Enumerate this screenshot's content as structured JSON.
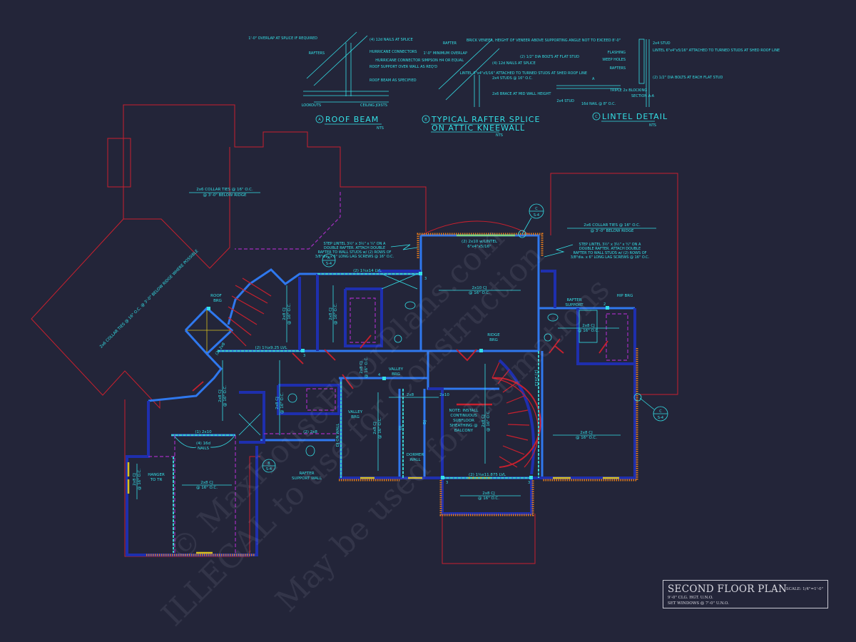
{
  "title_block": {
    "title": "SECOND FLOOR PLAN",
    "scale": "SCALE: 1/4\"=1'-0\"",
    "note1": "9'-0\" CLG. HGT. U.N.O.",
    "note2": "SET WINDOWS @ 7'-0\" U.N.O."
  },
  "details": {
    "a": {
      "marker": "A",
      "title": "ROOF BEAM",
      "nts": "NTS",
      "labels": [
        "1'-0\" OVERLAP AT SPLICE IF REQUIRED",
        "RAFTERS",
        "(4) 12d NAILS AT SPLICE",
        "HURRICANE CONNECTORS",
        "ROOF SUPPORT OVER WALL AS REQ'D",
        "ROOF BEAM AS SPECIFIED",
        "LOOKOUTS",
        "CEILING JOISTS"
      ]
    },
    "b": {
      "marker": "B",
      "title_line1": "TYPICAL RAFTER SPLICE",
      "title_line2": "ON ATTIC KNEEWALL",
      "nts": "NTS",
      "labels": [
        "RAFTER",
        "1'-0\" MINIMUM OVERLAP",
        "HURRICANE CONNECTOR SIMPSON H4 OR EQUAL",
        "(4) 12d NAILS AT SPLICE",
        "2x4 STUDS @ 16\" O.C.",
        "2x6 BRACE AT MID WALL HEIGHT"
      ]
    },
    "c": {
      "marker": "C",
      "title": "LINTEL DETAIL",
      "nts": "NTS",
      "labels": [
        "BRICK VENEER, HEIGHT OF VENEER ABOVE SUPPORTING ANGLE NOT TO EXCEED 8'-0\"",
        "FLASHING",
        "WEEP HOLES",
        "RAFTERS",
        "(2) 1/2\" DIA BOLTS AT FLAT STUD",
        "LINTEL 6\"x4\"x5/16\" ATTACHED TO TURNED STUDS AT SHED ROOF LINE",
        "TRIPLE 2x BLOCKING",
        "2x4 STUD",
        "16d NAIL @ 8\" O.C.",
        "SECTION A-A",
        "2x4 STUD",
        "LINTEL 6\"x4\"x5/16\" ATTACHED TO TURNED STUDS AT SHED ROOF LINE",
        "(2) 1/2\" DIA BOLTS AT EACH FLAT STUD",
        "A"
      ]
    }
  },
  "plan_notes": {
    "collar_left_1": "2x6 COLLAR TIES @ 16\" O.C.",
    "collar_left_2": "@ 3'-0\" BELOW RIDGE",
    "collar_diag": "2x6 COLLAR TIES @ 16\" O.C. @ 3'-0\" BELOW RIDGE WHERE POSSIBLE",
    "collar_right_1": "2x6 COLLAR TIES @ 16\" O.C.",
    "collar_right_2": "@ 3'-0\" BELOW RIDGE",
    "step_lintel_left": [
      "STEP LINTEL 3½\" x 3½\" x ¼\" ON A",
      "DOUBLE RAFTER.  ATTACH DOUBLE",
      "RAFTER TO WALL STUDS w/ (2) ROWS OF",
      "3/8\"dia. x 6\" LONG LAG SCREWS @ 16\" O.C."
    ],
    "step_lintel_right": [
      "STEP LINTEL 3½\" x 3½\" x ¼\" ON A",
      "DOUBLE RAFTER.  ATTACH DOUBLE",
      "RAFTER TO WALL STUDS w/ (2) ROWS OF",
      "3/8\"dia. x 6\" LONG LAG SCREWS @ 16\" O.C."
    ],
    "lintel_top_1": "(2) 2x10 w/LINTEL",
    "lintel_top_2": "6\"x4\"x5/16\"",
    "cj_2x10": "2x10 CJ",
    "oc16": "@ 16\" O.C.",
    "cj_2x8": "2x8 CJ",
    "lvl_14": "(2) 1¾x14 LVL",
    "lvl_925": "(2) 1¾x9.25 LVL",
    "lvl_11875": "(2) 1¾x11.875 LVL",
    "roof_brg": [
      "ROOF",
      "BRG"
    ],
    "ridge_brg": [
      "RIDGE",
      "BRG"
    ],
    "valley_brg": [
      "VALLEY",
      "BRG"
    ],
    "hip_brg": "HIP BRG",
    "rafter_support": [
      "RAFTER",
      "SUPPORT"
    ],
    "rafter_support_wall": [
      "RAFTER",
      "SUPPORT WALL"
    ],
    "hanger": [
      "HANGER",
      "TO TR"
    ],
    "nails": [
      "(4) 16d",
      "NAILS"
    ],
    "beam_2x10": "(1) 2x10",
    "beam_2x8": "(2) 2x8",
    "beam_2x8_diag": "(2) 2x8",
    "beam_2x12": "(2) 2x12",
    "dj_on_wall": "DJ ON WALL",
    "dj": "DJ",
    "lbl_2x8": "2x8",
    "lbl_2x10": "2x10",
    "dormer_wall": [
      "DORMER",
      "WALL"
    ],
    "balcony_note": [
      "NOTE: INSTALL",
      "CONTINUOUS",
      "SUBFLOOR",
      "SHEATHING @",
      "BALCONY"
    ],
    "section_markers": [
      {
        "top": "C",
        "bottom": "S-4"
      },
      {
        "top": "A",
        "bottom": "S-4"
      },
      {
        "top": "B",
        "bottom": "S-4"
      },
      {
        "top": "C",
        "bottom": "S-4"
      }
    ],
    "post_tags": [
      "3",
      "3",
      "4",
      "2",
      "3",
      "3",
      "3",
      "3",
      "4",
      "3",
      "3",
      "2",
      "3"
    ]
  },
  "watermark": [
    "© MaxHouseFloorPlans.com",
    "ILLEGAL to use for Construction",
    "May be used for Estimations"
  ],
  "colors": {
    "background": "#232539",
    "roof_line": "#c8202e",
    "wall": "#2f78ee",
    "wall_dark": "#1e2fae",
    "annotation": "#34e0e6",
    "dashed": "#a42fc0",
    "hatch": "#e07a1e",
    "window": "#d8c020"
  }
}
